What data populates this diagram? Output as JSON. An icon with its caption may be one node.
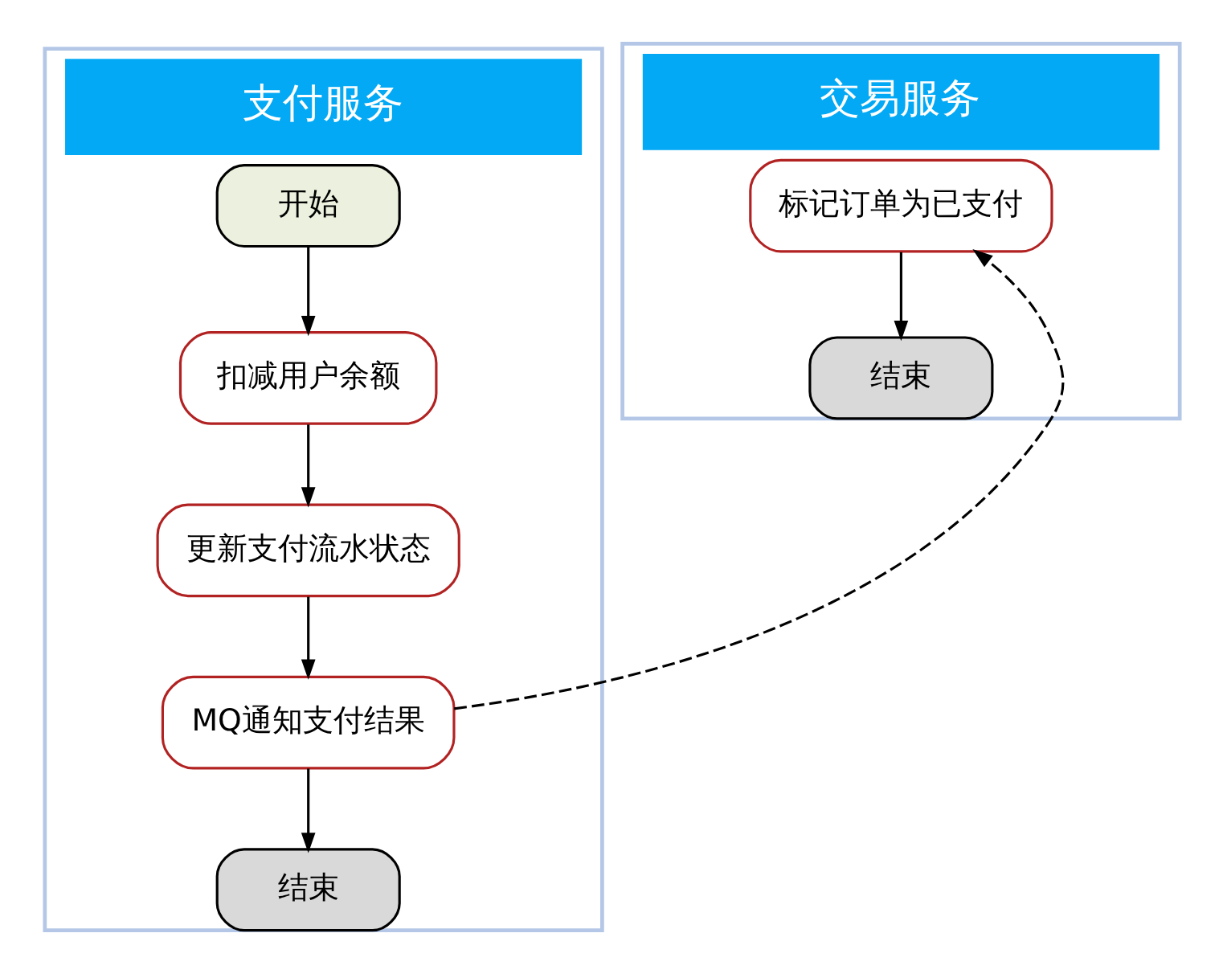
{
  "diagram": {
    "nodes": [
      {
        "text": [
          "支付服务"
        ]
      },
      {
        "text": [
          "交易服务"
        ]
      },
      {
        "text": [
          "开始"
        ],
        "in": 0
      },
      {
        "text": [
          "扣减用户余额"
        ],
        "in": 0
      },
      {
        "text": [
          "更新支付流水状态"
        ],
        "in": 0
      },
      {
        "text": [
          "MQ通知支付结果"
        ],
        "in": 0
      },
      {
        "text": [
          "结束"
        ],
        "in": 0
      },
      {
        "text": [
          "标记订单为已支付"
        ],
        "in": 1
      },
      {
        "text": [
          "结束"
        ],
        "in": 1
      }
    ],
    "edges": [
      {
        "from": 2,
        "to": 3,
        "arrow": "to"
      },
      {
        "from": 3,
        "to": 4,
        "arrow": "to"
      },
      {
        "from": 4,
        "to": 5,
        "arrow": "to"
      },
      {
        "from": 5,
        "to": 6,
        "arrow": "to"
      },
      {
        "from": 5,
        "to": 7,
        "arrow": "to",
        "style": "dashed"
      },
      {
        "from": 7,
        "to": 8,
        "arrow": "to"
      }
    ]
  }
}
